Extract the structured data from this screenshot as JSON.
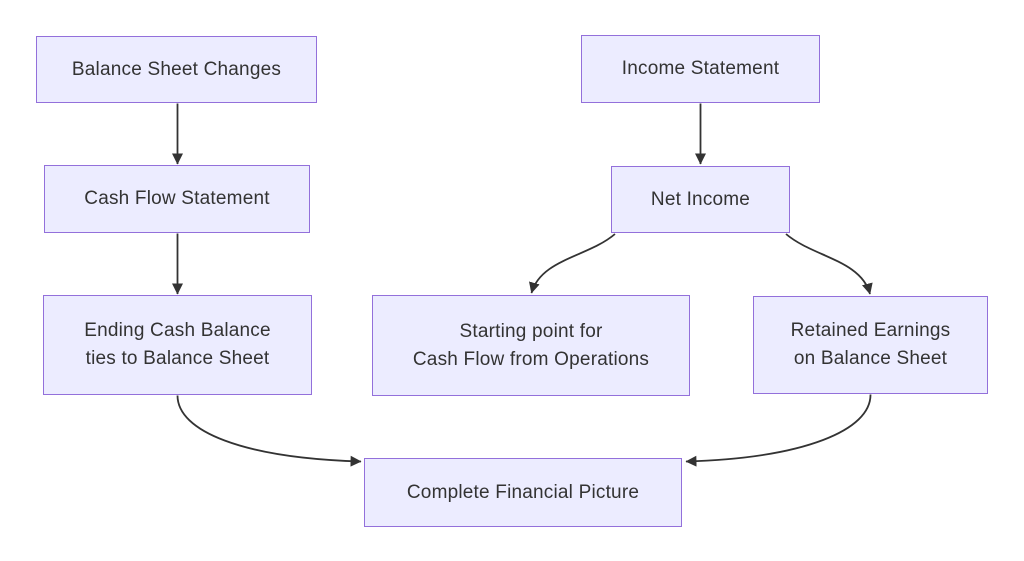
{
  "diagram": {
    "type": "flowchart",
    "direction": "top-down",
    "colors": {
      "background": "#FFFFFF",
      "node_fill": "#ECECFF",
      "node_border": "#9370DB",
      "text": "#333333",
      "arrow": "#333333"
    },
    "nodes": [
      {
        "id": "balance-sheet-changes",
        "lines": [
          "Balance Sheet Changes"
        ]
      },
      {
        "id": "income-statement",
        "lines": [
          "Income Statement"
        ]
      },
      {
        "id": "cash-flow-statement",
        "lines": [
          "Cash Flow Statement"
        ]
      },
      {
        "id": "net-income",
        "lines": [
          "Net Income"
        ]
      },
      {
        "id": "ending-cash-balance",
        "lines": [
          "Ending Cash Balance",
          "ties to Balance Sheet"
        ]
      },
      {
        "id": "starting-point-cfo",
        "lines": [
          "Starting point for",
          "Cash Flow from Operations"
        ]
      },
      {
        "id": "retained-earnings",
        "lines": [
          "Retained Earnings",
          "on Balance Sheet"
        ]
      },
      {
        "id": "complete-financial-picture",
        "lines": [
          "Complete Financial Picture"
        ]
      }
    ],
    "edges": [
      {
        "from": "balance-sheet-changes",
        "to": "cash-flow-statement"
      },
      {
        "from": "cash-flow-statement",
        "to": "ending-cash-balance"
      },
      {
        "from": "income-statement",
        "to": "net-income"
      },
      {
        "from": "net-income",
        "to": "starting-point-cfo"
      },
      {
        "from": "net-income",
        "to": "retained-earnings"
      },
      {
        "from": "ending-cash-balance",
        "to": "complete-financial-picture"
      },
      {
        "from": "retained-earnings",
        "to": "complete-financial-picture"
      }
    ]
  }
}
